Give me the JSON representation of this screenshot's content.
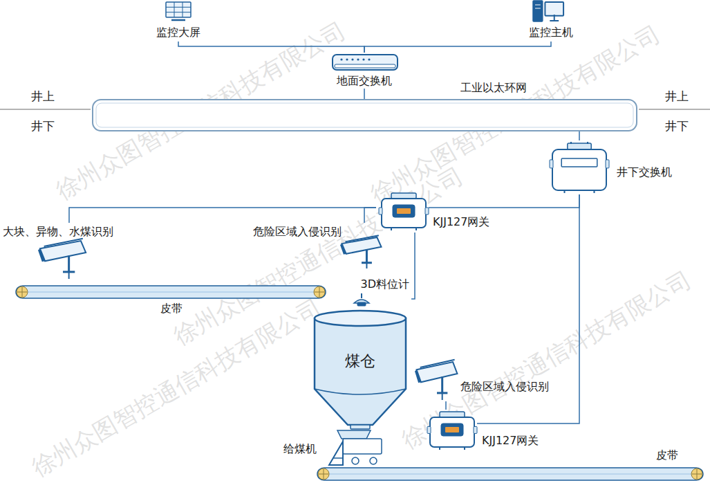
{
  "diagram": {
    "nodes": [
      {
        "text": [
          "监控大屏"
        ]
      },
      {
        "text": [
          "监控主机"
        ]
      },
      {
        "text": [
          "地面交换机"
        ]
      },
      {
        "text": [
          "工业以太环网"
        ]
      },
      {
        "text": [
          "井下交换机"
        ]
      },
      {
        "text": [
          "KJJ127网关"
        ]
      },
      {
        "text": [
          "大块、异物、水煤识别"
        ]
      },
      {
        "text": [
          "危险区域入侵识别"
        ]
      },
      {
        "text": [
          "皮带"
        ]
      },
      {
        "text": [
          "3D料位计"
        ]
      },
      {
        "text": [
          "煤仓"
        ]
      },
      {
        "text": [
          "危险区域入侵识别"
        ]
      },
      {
        "text": [
          "KJJ127网关"
        ]
      },
      {
        "text": [
          "给煤机"
        ]
      },
      {
        "text": [
          "皮带"
        ]
      }
    ],
    "edges": [
      {
        "from": 0,
        "to": 2,
        "arrow": "none"
      },
      {
        "from": 1,
        "to": 2,
        "arrow": "none"
      },
      {
        "from": 2,
        "to": 3,
        "arrow": "none"
      },
      {
        "from": 3,
        "to": 4,
        "arrow": "none"
      },
      {
        "from": 6,
        "to": 5,
        "arrow": "none"
      },
      {
        "from": 7,
        "to": 5,
        "arrow": "none"
      },
      {
        "from": 5,
        "to": 4,
        "arrow": "none"
      },
      {
        "from": 5,
        "to": 9,
        "arrow": "none"
      },
      {
        "from": 11,
        "to": 12,
        "arrow": "none"
      },
      {
        "from": 12,
        "to": 4,
        "arrow": "none"
      }
    ],
    "labels": [
      "井上",
      "井下",
      "井上",
      "井下",
      "徐州众图智控通信科技有限公司",
      "徐州众图智控通信科技有限公司",
      "徐州众图智控通信科技有限公司",
      "徐州众图智控通信科技有限公司",
      "徐州众图智控通信科技有限公司"
    ]
  }
}
